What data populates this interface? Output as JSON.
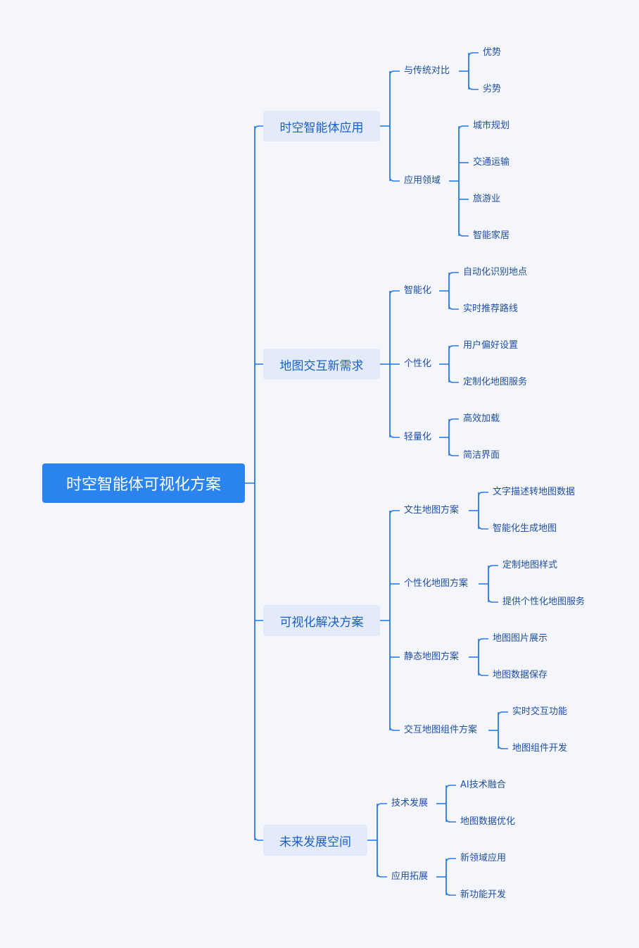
{
  "root": "时空智能体可视化方案",
  "branches": [
    {
      "label": "时空智能体应用",
      "children": [
        {
          "label": "与传统对比",
          "children": [
            "优势",
            "劣势"
          ]
        },
        {
          "label": "应用领域",
          "children": [
            "城市规划",
            "交通运输",
            "旅游业",
            "智能家居"
          ]
        }
      ]
    },
    {
      "label": "地图交互新需求",
      "children": [
        {
          "label": "智能化",
          "children": [
            "自动化识别地点",
            "实时推荐路线"
          ]
        },
        {
          "label": "个性化",
          "children": [
            "用户偏好设置",
            "定制化地图服务"
          ]
        },
        {
          "label": "轻量化",
          "children": [
            "高效加载",
            "简洁界面"
          ]
        }
      ]
    },
    {
      "label": "可视化解决方案",
      "children": [
        {
          "label": "文生地图方案",
          "children": [
            "文字描述转地图数据",
            "智能化生成地图"
          ]
        },
        {
          "label": "个性化地图方案",
          "children": [
            "定制地图样式",
            "提供个性化地图服务"
          ]
        },
        {
          "label": "静态地图方案",
          "children": [
            "地图图片展示",
            "地图数据保存"
          ]
        },
        {
          "label": "交互地图组件方案",
          "children": [
            "实时交互功能",
            "地图组件开发"
          ]
        }
      ]
    },
    {
      "label": "未来发展空间",
      "children": [
        {
          "label": "技术发展",
          "children": [
            "AI技术融合",
            "地图数据优化"
          ]
        },
        {
          "label": "应用拓展",
          "children": [
            "新领域应用",
            "新功能开发"
          ]
        }
      ]
    }
  ],
  "colors": {
    "background": "#f4f6fc",
    "root": "#2b83ee",
    "branch_fill": "#e3ebfb",
    "line": "#2b7be6",
    "text": "#1f4ea3"
  }
}
